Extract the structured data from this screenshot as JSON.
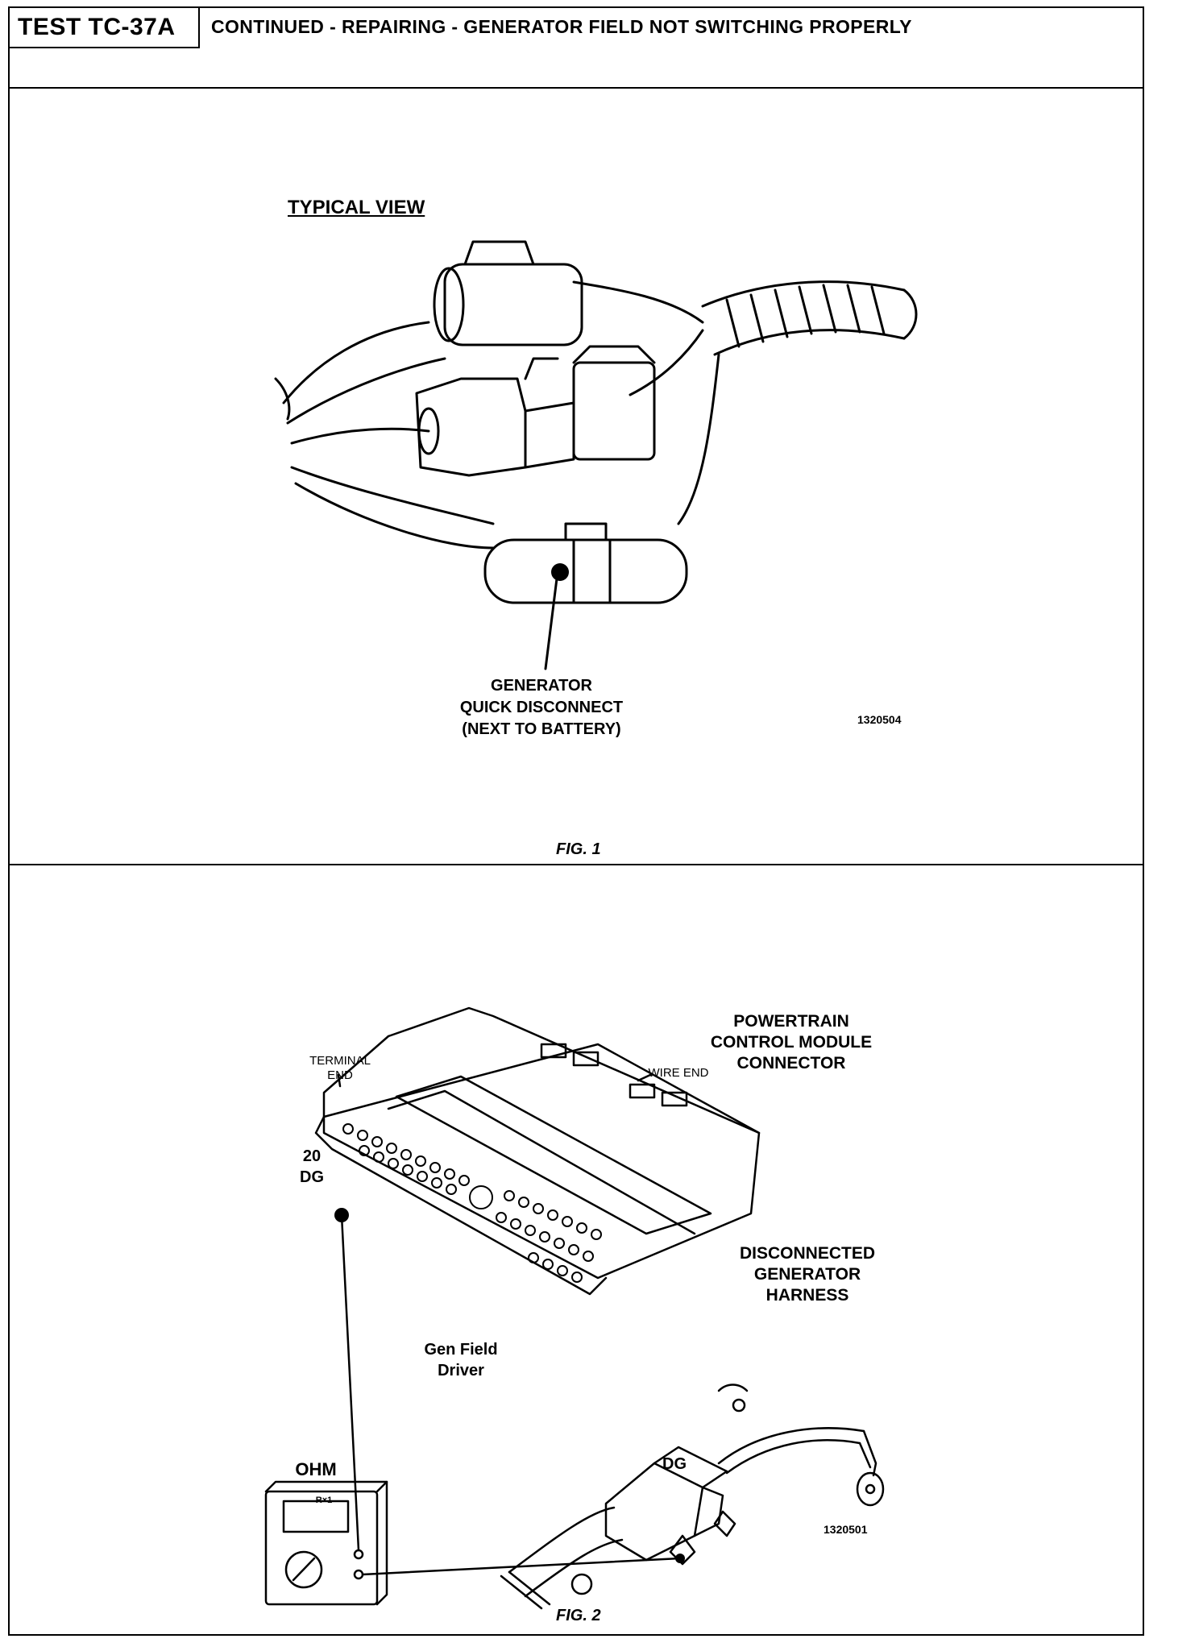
{
  "header": {
    "test_id": "TEST TC-37A",
    "title": "CONTINUED - REPAIRING - GENERATOR FIELD NOT SWITCHING PROPERLY"
  },
  "figure1": {
    "heading": "TYPICAL VIEW",
    "callout_line1": "GENERATOR",
    "callout_line2": "QUICK DISCONNECT",
    "callout_line3": "(NEXT TO BATTERY)",
    "ref_number": "1320504",
    "caption": "FIG. 1"
  },
  "figure2": {
    "pcm_line1": "POWERTRAIN",
    "pcm_line2": "CONTROL MODULE",
    "pcm_line3": "CONNECTOR",
    "terminal_line1": "TERMINAL",
    "terminal_line2": "END",
    "wire_end": "WIRE END",
    "pin_line1": "20",
    "pin_line2": "DG",
    "harness_line1": "DISCONNECTED",
    "harness_line2": "GENERATOR",
    "harness_line3": "HARNESS",
    "driver_line1": "Gen Field",
    "driver_line2": "Driver",
    "meter_display": "OHM",
    "meter_scale": "R×1",
    "dg_label": "DG",
    "ref_number": "1320501",
    "caption": "FIG. 2"
  }
}
